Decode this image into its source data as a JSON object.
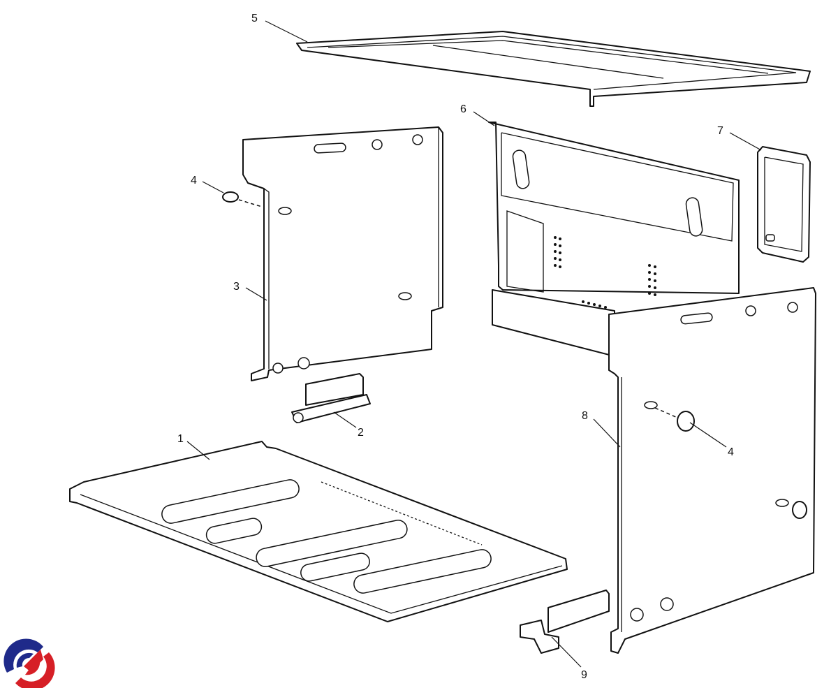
{
  "diagram": {
    "type": "exploded-parts-diagram",
    "callouts": [
      {
        "id": "callout-1",
        "label": "1",
        "part": "base-panel"
      },
      {
        "id": "callout-2",
        "label": "2",
        "part": "hinge-bracket"
      },
      {
        "id": "callout-3",
        "label": "3",
        "part": "left-side-panel"
      },
      {
        "id": "callout-4a",
        "label": "4",
        "part": "plug-left"
      },
      {
        "id": "callout-5",
        "label": "5",
        "part": "top-panel"
      },
      {
        "id": "callout-6",
        "label": "6",
        "part": "rear-panel"
      },
      {
        "id": "callout-7",
        "label": "7",
        "part": "cover-plate"
      },
      {
        "id": "callout-8",
        "label": "8",
        "part": "right-side-panel"
      },
      {
        "id": "callout-4b",
        "label": "4",
        "part": "plug-right"
      },
      {
        "id": "callout-9",
        "label": "9",
        "part": "support-bracket"
      }
    ]
  },
  "logo": {
    "colors": {
      "blue": "#1f2a8a",
      "red": "#d61f26"
    }
  }
}
